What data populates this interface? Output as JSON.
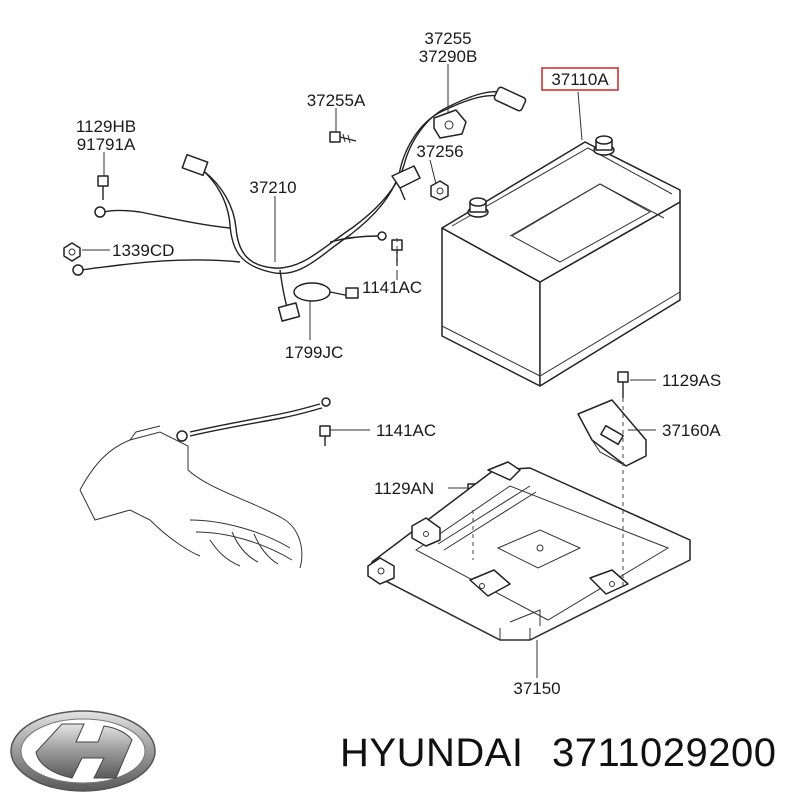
{
  "labels": {
    "p37255": "37255",
    "p37290B": "37290B",
    "p37110A": "37110A",
    "p37255A": "37255A",
    "p1129HB": "1129HB",
    "p91791A": "91791A",
    "p37256": "37256",
    "p37210": "37210",
    "p1339CD": "1339CD",
    "p1141AC_top": "1141AC",
    "p1799JC": "1799JC",
    "p1129AS": "1129AS",
    "p1141AC_mid": "1141AC",
    "p37160A": "37160A",
    "p1129AN": "1129AN",
    "p37150": "37150"
  },
  "highlight_color": "#d0342c",
  "brand": {
    "name": "HYUNDAI",
    "part_number": "3711029200",
    "logo_icon": "hyundai-logo-icon"
  }
}
